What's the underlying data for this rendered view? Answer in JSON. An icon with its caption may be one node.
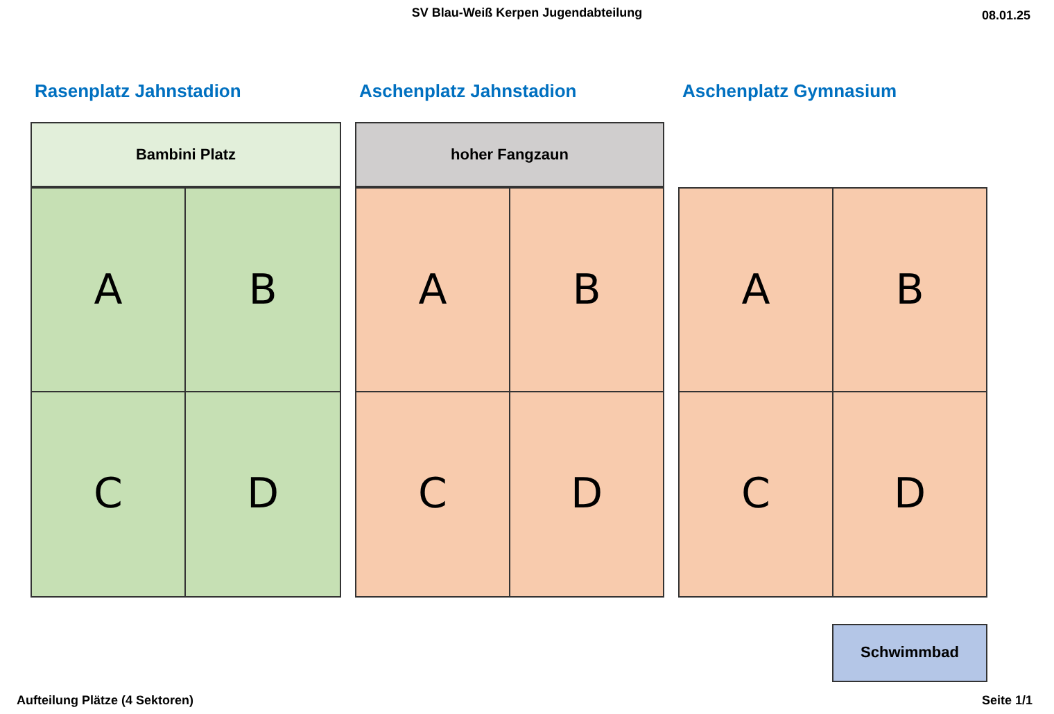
{
  "diagram": {
    "title": "SV Blau-Weiß Kerpen Jugendabteilung",
    "nodes": [
      {
        "text": [
          "Rasenplatz Jahnstadion"
        ]
      },
      {
        "text": [
          "Bambini Platz"
        ],
        "in": 0
      },
      {
        "text": [
          "A"
        ],
        "in": 0
      },
      {
        "text": [
          "B"
        ],
        "in": 0
      },
      {
        "text": [
          "C"
        ],
        "in": 0
      },
      {
        "text": [
          "D"
        ],
        "in": 0
      },
      {
        "text": [
          "Aschenplatz Jahnstadion"
        ]
      },
      {
        "text": [
          "hoher Fangzaun"
        ],
        "in": 6
      },
      {
        "text": [
          "A"
        ],
        "in": 6
      },
      {
        "text": [
          "B"
        ],
        "in": 6
      },
      {
        "text": [
          "C"
        ],
        "in": 6
      },
      {
        "text": [
          "D"
        ],
        "in": 6
      },
      {
        "text": [
          "Aschenplatz Gymnasium"
        ]
      },
      {
        "text": [
          "A"
        ],
        "in": 12
      },
      {
        "text": [
          "B"
        ],
        "in": 12
      },
      {
        "text": [
          "C"
        ],
        "in": 12
      },
      {
        "text": [
          "D"
        ],
        "in": 12
      },
      {
        "text": [
          "Schwimmbad"
        ]
      }
    ],
    "edges": [],
    "labels": [
      "08.01.25",
      "Aufteilung Plätze (4 Sektoren)",
      "Seite 1/1"
    ]
  }
}
